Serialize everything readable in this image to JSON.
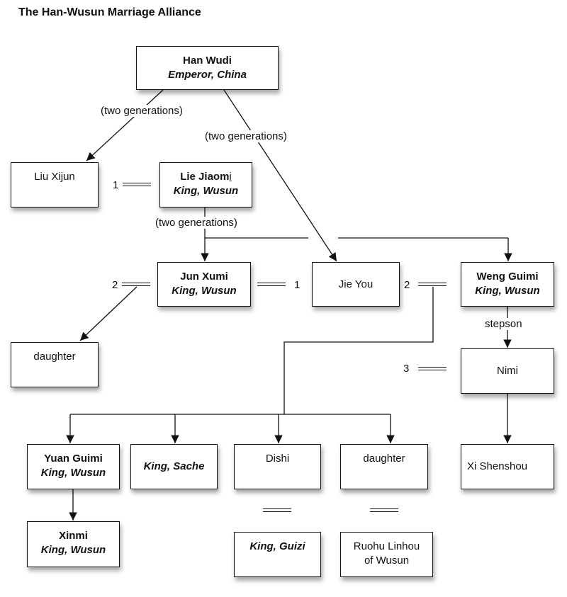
{
  "title": "The Han-Wusun Marriage Alliance",
  "nodes": {
    "han_wudi": {
      "name": "Han Wudi",
      "role": "Emperor, China"
    },
    "liu_xijun": {
      "name": "Liu Xijun"
    },
    "lie_jiaomi": {
      "name_pre": "Lie Jiaom",
      "name_underlined": "i",
      "role": "King, Wusun"
    },
    "jun_xumi": {
      "name": "Jun Xumi",
      "role": "King, Wusun"
    },
    "jie_you": {
      "name": "Jie You"
    },
    "weng_guimi": {
      "name": "Weng Guimi",
      "role": "King, Wusun"
    },
    "daughter_1": {
      "name": "daughter"
    },
    "nimi": {
      "name": "Nimi"
    },
    "yuan_guimi": {
      "name": "Yuan Guimi",
      "role": "King, Wusun"
    },
    "king_sache": {
      "role": "King, Sache"
    },
    "dishi": {
      "name": "Dishi"
    },
    "daughter_2": {
      "name": "daughter"
    },
    "xi_shenshou": {
      "name": "Xi Shenshou"
    },
    "xinmi": {
      "name": "Xinmi",
      "role": "King, Wusun"
    },
    "king_guizi": {
      "role": "King, Guizi"
    },
    "ruohu_linhou": {
      "name": "Ruohu Linhou of Wusun"
    }
  },
  "edge_labels": {
    "two_gen_left": "(two generations)",
    "two_gen_right": "(two generations)",
    "two_gen_lie": "(two generations)",
    "stepson": "stepson"
  },
  "marriage_numbers": {
    "liu_lie": "1",
    "jun_left": "2",
    "jun_right": "1",
    "jie_weng": "2",
    "nimi": "3"
  }
}
